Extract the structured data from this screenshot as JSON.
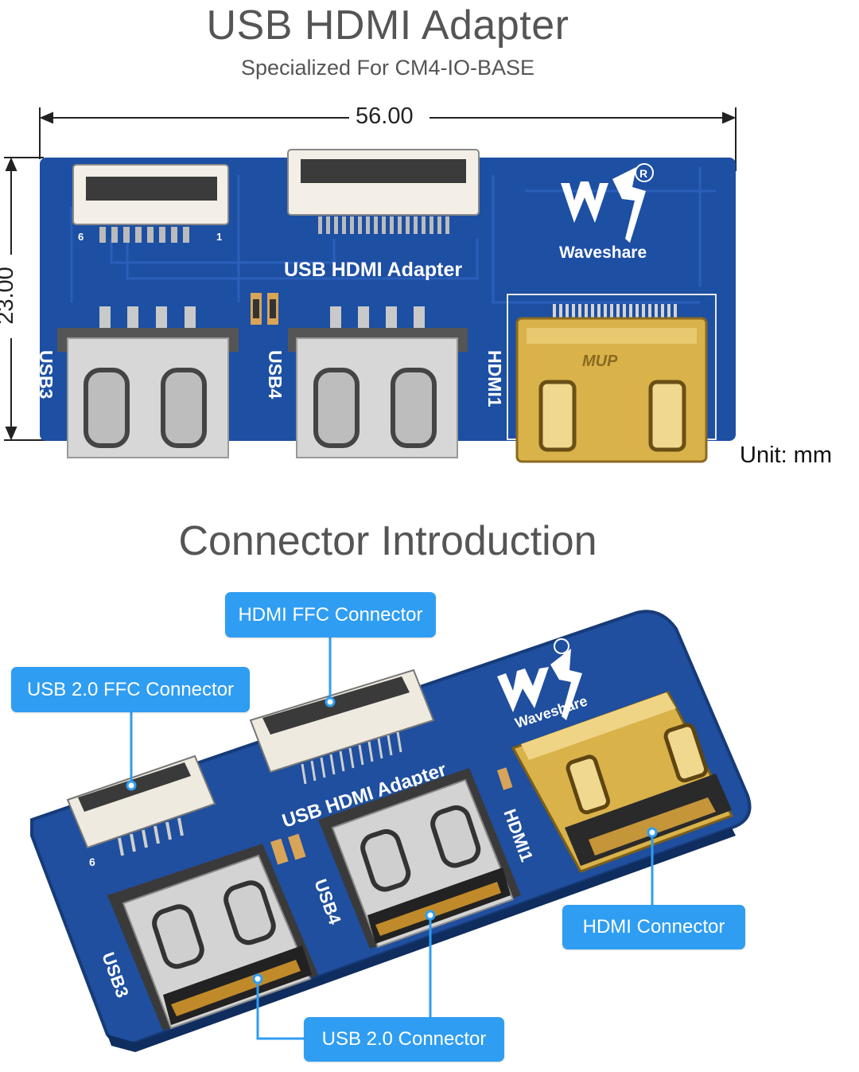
{
  "header": {
    "title": "USB HDMI Adapter",
    "subtitle": "Specialized For CM4-IO-BASE"
  },
  "dimensions": {
    "width": "56.00",
    "height": "23.00",
    "unit": "Unit: mm"
  },
  "board": {
    "name": "USB HDMI Adapter",
    "brand": "Waveshare",
    "ports": [
      "USB3",
      "USB4",
      "HDMI1"
    ],
    "pin_labels": [
      "6",
      "1"
    ],
    "hdmi_mark": "MUP"
  },
  "section": {
    "title": "Connector Introduction"
  },
  "callouts": {
    "hdmi_ffc": "HDMI FFC Connector",
    "usb_ffc": "USB 2.0 FFC Connector",
    "hdmi": "HDMI Connector",
    "usb": "USB 2.0 Connector"
  },
  "colors": {
    "board_blue": "#1d4fa3",
    "callout_blue": "#2f9df2",
    "gold": "#d9b24a",
    "text_gray": "#555555"
  }
}
